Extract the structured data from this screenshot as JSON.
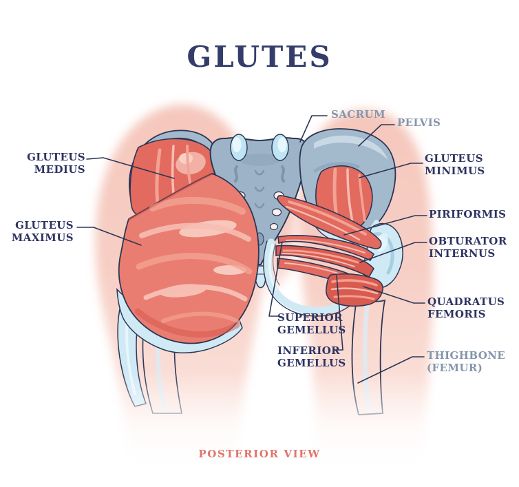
{
  "title": "GLUTES",
  "view_caption": "POSTERIOR VIEW",
  "palette": {
    "title": "#343d6a",
    "muscle_label": "#2d3462",
    "bone_label": "#8495ab",
    "footer": "#e0746b",
    "outline": "#2c3655",
    "muscle": "#e26a5f",
    "muscle_dark": "#d95b4f",
    "muscle_max": "#ea7d71",
    "muscle_light": "#f3a294",
    "muscle_lighter": "#f6bdb2",
    "bone": "#a3b9cc",
    "bone_light": "#c9d8e5",
    "cartilage": "#cfe9f5",
    "body_pink": "#f6cabf"
  },
  "labels": {
    "gluteus_medius": {
      "line1": "GLUTEUS",
      "line2": "MEDIUS",
      "type": "muscle"
    },
    "gluteus_maximus": {
      "line1": "GLUTEUS",
      "line2": "MAXIMUS",
      "type": "muscle"
    },
    "sacrum": {
      "line1": "SACRUM",
      "type": "bone"
    },
    "pelvis": {
      "line1": "PELVIS",
      "type": "bone"
    },
    "gluteus_minimus": {
      "line1": "GLUTEUS",
      "line2": "MINIMUS",
      "type": "muscle"
    },
    "piriformis": {
      "line1": "PIRIFORMIS",
      "type": "muscle"
    },
    "obturator_internus": {
      "line1": "OBTURATOR",
      "line2": "INTERNUS",
      "type": "muscle"
    },
    "quadratus_femoris": {
      "line1": "QUADRATUS",
      "line2": "FEMORIS",
      "type": "muscle"
    },
    "superior_gemellus": {
      "line1": "SUPERIOR",
      "line2": "GEMELLUS",
      "type": "muscle"
    },
    "inferior_gemellus": {
      "line1": "INFERIOR",
      "line2": "GEMELLUS",
      "type": "muscle"
    },
    "thighbone": {
      "line1": "THIGHBONE",
      "line2": "(FEMUR)",
      "type": "bone"
    }
  }
}
